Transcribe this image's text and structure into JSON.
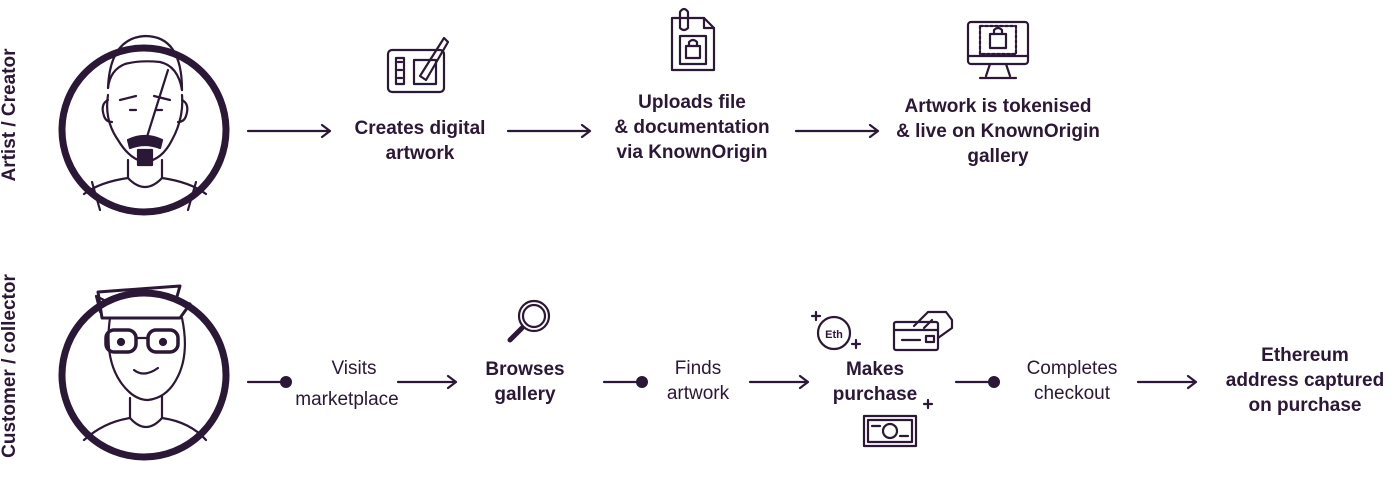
{
  "rows": {
    "artist": {
      "label": "Artist / Creator",
      "steps": {
        "create": {
          "line1": "Creates digital",
          "line2": "artwork"
        },
        "upload": {
          "line1": "Uploads file",
          "line2": "& documentation",
          "line3": "via KnownOrigin"
        },
        "token": {
          "line1": "Artwork is tokenised",
          "line2": "& live on KnownOrigin",
          "line3": "gallery"
        }
      }
    },
    "customer": {
      "label": "Customer / collector",
      "steps": {
        "visits": {
          "line1": "Visits",
          "line2": "marketplace"
        },
        "browses": {
          "line1": "Browses",
          "line2": "gallery"
        },
        "finds": {
          "line1": "Finds",
          "line2": "artwork"
        },
        "purchase": {
          "line1": "Makes",
          "line2": "purchase"
        },
        "checkout": {
          "line1": "Completes",
          "line2": "checkout"
        },
        "ethereum": {
          "line1": "Ethereum",
          "line2": "address captured",
          "line3": "on purchase"
        }
      },
      "eth_coin_label": "Eth"
    }
  },
  "colors": {
    "ink": "#2b1736"
  },
  "icons": [
    "artist-avatar-icon",
    "collector-avatar-icon",
    "drawing-tablet-icon",
    "document-lock-icon",
    "monitor-stamp-icon",
    "magnifier-icon",
    "eth-coin-icon",
    "card-hand-icon",
    "banknote-icon"
  ]
}
